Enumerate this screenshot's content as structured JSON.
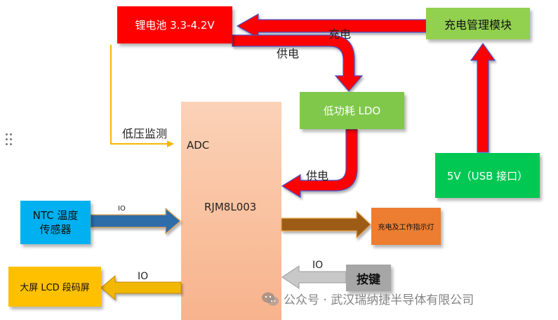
{
  "nodes": {
    "battery": "锂电池 3.3-4.2V",
    "charger": "充电管理模块",
    "ldo": "低功耗 LDO",
    "usb": "5V（USB 接口）",
    "mcu_adc": "ADC",
    "mcu_name": "RJM8L003",
    "ntc": "NTC 温度\n传感器",
    "lcd": "大屏 LCD 段码屏",
    "led": "充电及工作指示灯",
    "key": "按键"
  },
  "edges": {
    "charge": "充电",
    "supply_top": "供电",
    "supply_mcu": "供电",
    "low_voltage": "低压监测",
    "io_ntc": "IO",
    "io_lcd": "IO",
    "io_key": "IO"
  },
  "watermark": "公众号 · 武汉瑞纳捷半导体有限公司",
  "colors": {
    "battery_red": "#ff0000",
    "green": "#92d050",
    "usb_green": "#00c853",
    "mcu_peach": "#fbc4a4",
    "ntc_blue": "#00b0f0",
    "lcd_yellow": "#ffc000",
    "led_orange": "#ed7d31",
    "key_gray": "#a6a6a6",
    "arrow_red": "#ff0000",
    "arrow_blue": "#2e6da8",
    "arrow_brown": "#9c5b16",
    "arrow_yellow": "#f2b705",
    "arrow_gray": "#bfbfbf"
  }
}
